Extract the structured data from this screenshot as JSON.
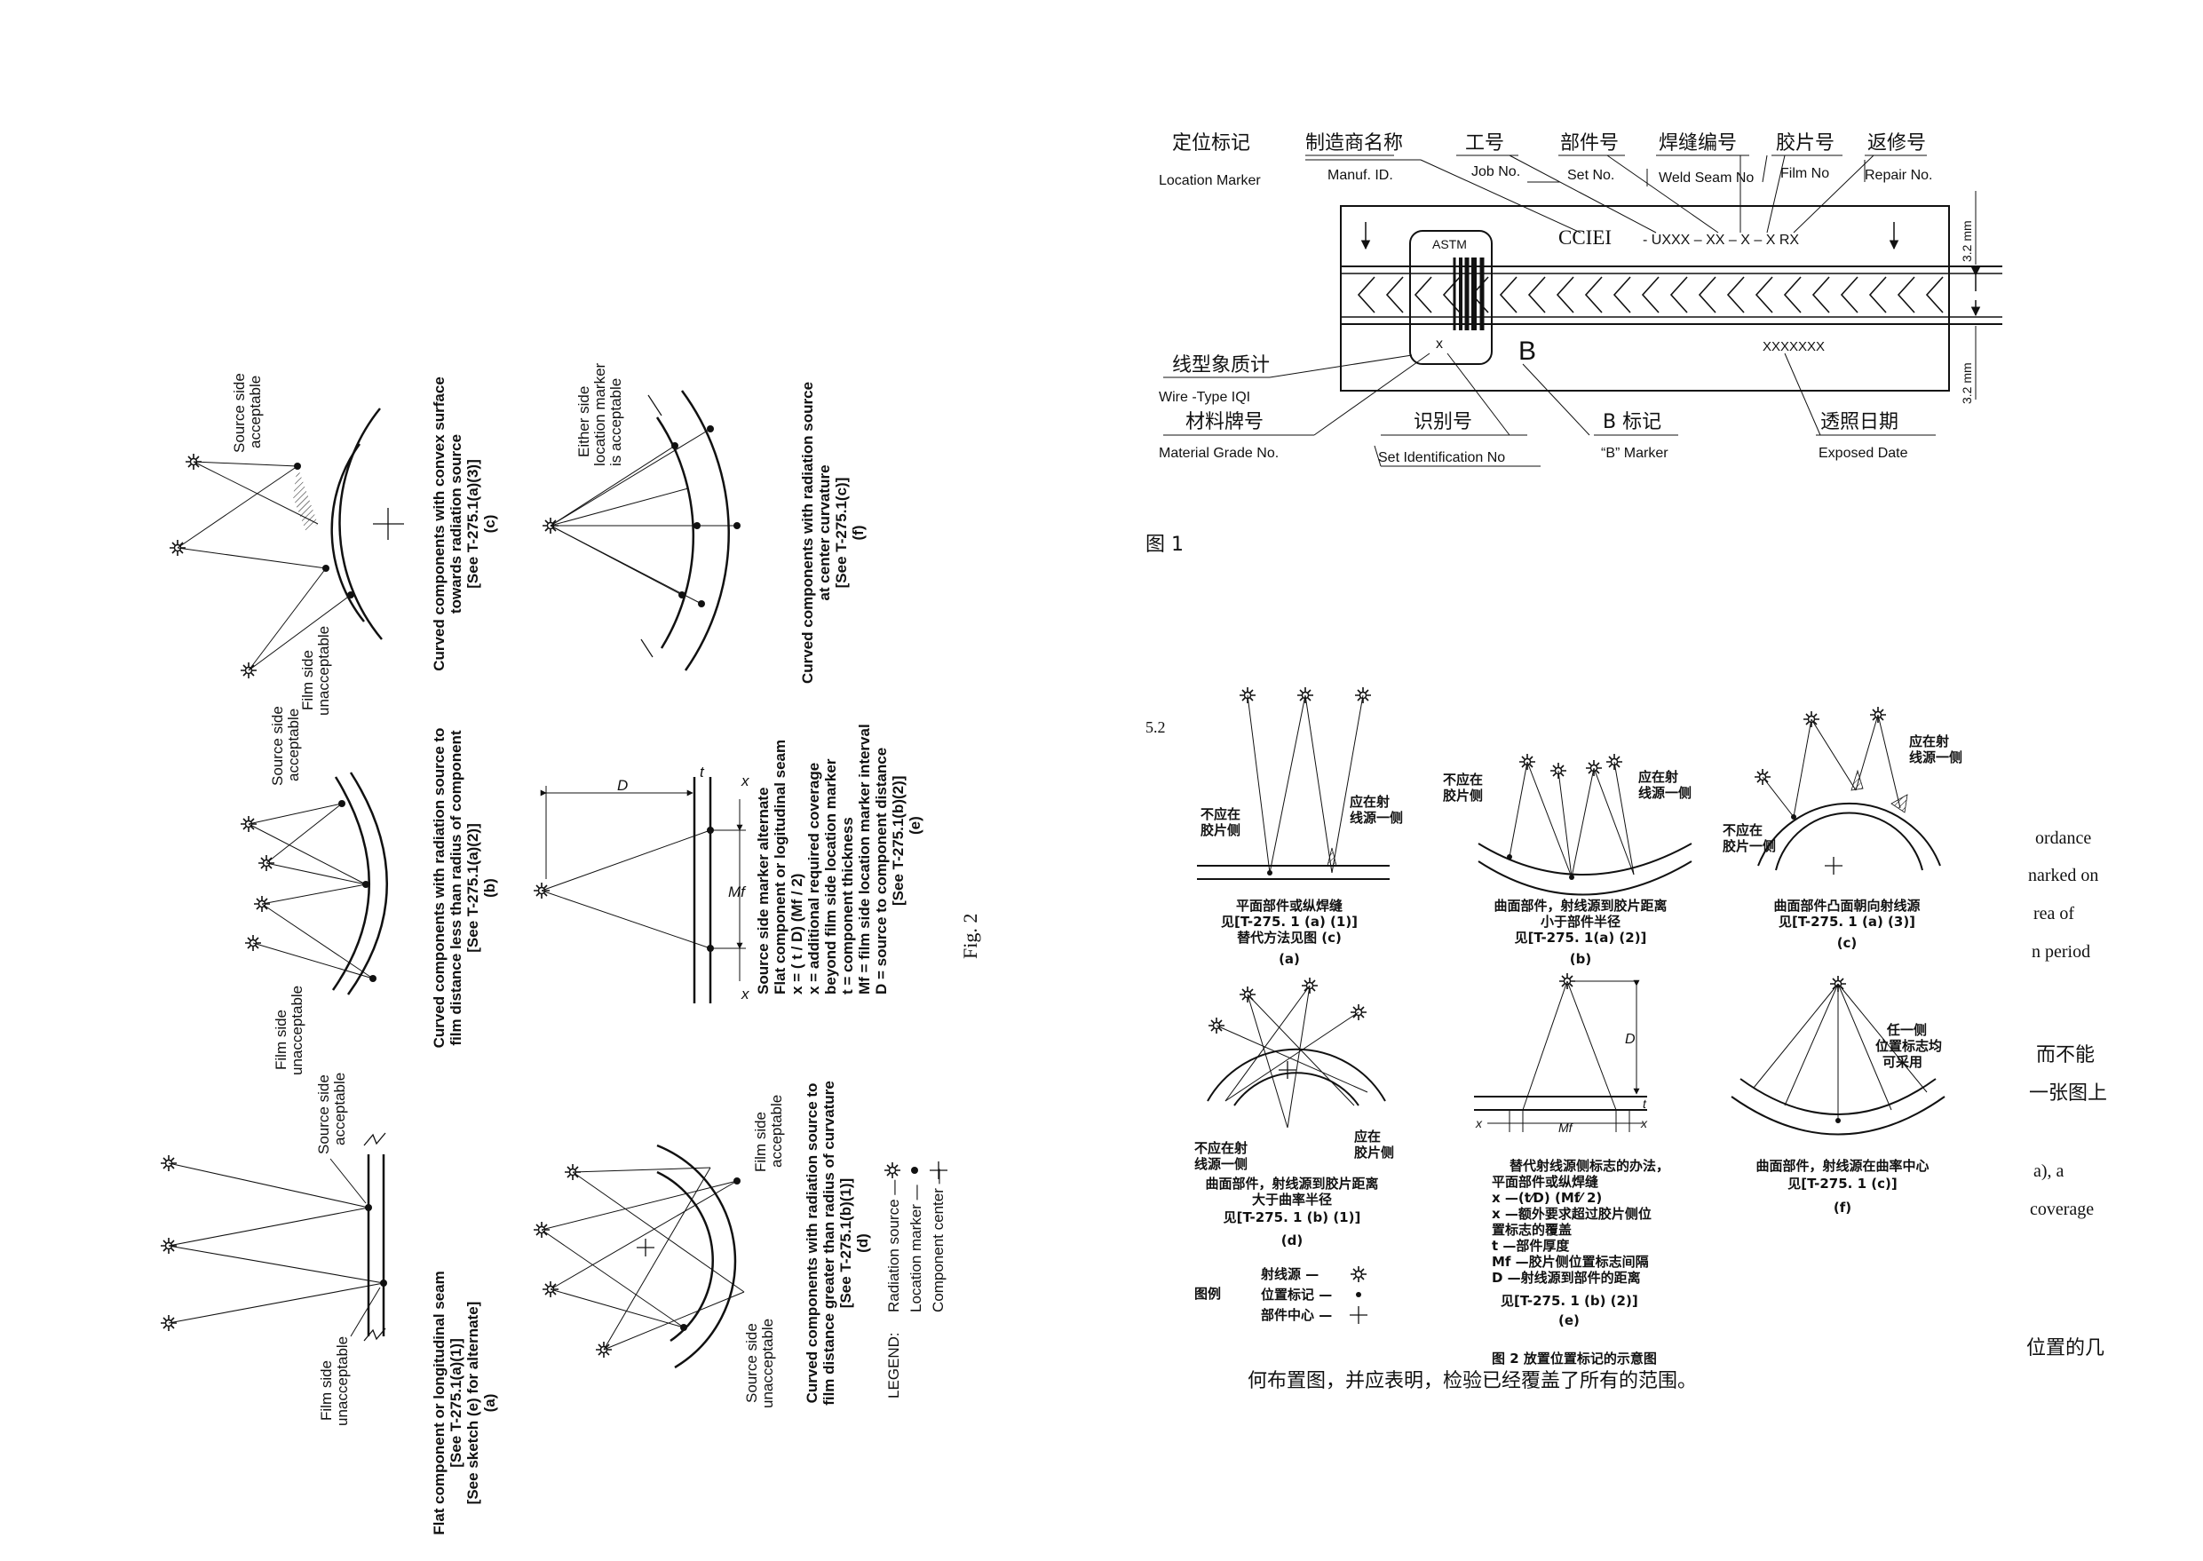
{
  "left_fig": {
    "fig_label": "Fig. 2",
    "a": {
      "source_side": [
        "Source side",
        "acceptable"
      ],
      "film_side": [
        "Film side",
        "unacceptable"
      ],
      "caption": [
        "Flat component or longitudinal seam",
        "[See T-275.1(a)(1)]",
        "[See sketch (e) for alternate]",
        "(a)"
      ]
    },
    "b": {
      "source_side": [
        "Source side",
        "acceptable"
      ],
      "film_side": [
        "Film side",
        "unacceptable"
      ],
      "caption": [
        "Curved components with radiation source to",
        "film distance less than radius of component",
        "[See T-275.1(a)(2)]",
        "(b)"
      ]
    },
    "c": {
      "source_side": [
        "Source side",
        "acceptable"
      ],
      "film_side": [
        "Film side",
        "unacceptable"
      ],
      "caption": [
        "Curved components with convex surface",
        "towards radiation source",
        "[See T-275.1(a)(3)]",
        "(c)"
      ]
    },
    "d": {
      "film_side": [
        "Film side",
        "acceptable"
      ],
      "source_side": [
        "Source side",
        "unacceptable"
      ],
      "caption": [
        "Curved components with radiation source to",
        "film distance greater than radius of curvature",
        "[See T-275.1(b)(1)]",
        "(d)"
      ]
    },
    "e": {
      "dim_D": "D",
      "dim_t": "t",
      "dim_x": "x",
      "dim_Mf": "Mf",
      "caption": [
        "Source side marker alternate",
        "Flat component or logitudinal seam",
        "x  =  ( t / D) (Mf / 2)",
        "x  =  additional required coverage",
        "        beyond film side location marker",
        "t  =  component thickness",
        "Mf  =  film side location marker interval",
        "D  =  source to component distance",
        "[See T-275.1(b)(2)]",
        "(e)"
      ]
    },
    "f": {
      "either_side": [
        "Either side",
        "location marker",
        "is acceptable"
      ],
      "caption": [
        "Curved components with radiation source",
        "at center curvature",
        "[See T-275.1(c)]",
        "(f)"
      ]
    },
    "legend": {
      "title": "LEGEND:",
      "items": [
        "Radiation source —",
        "Location marker —",
        "Component center —"
      ]
    }
  },
  "fig1": {
    "top_labels": [
      {
        "zh": "定位标记",
        "en": "Location Marker"
      },
      {
        "zh": "制造商名称",
        "en": "Manuf. ID."
      },
      {
        "zh": "工号",
        "en": "Job No."
      },
      {
        "zh": "部件号",
        "en": "Set No."
      },
      {
        "zh": "焊缝编号",
        "en": "Weld Seam No"
      },
      {
        "zh": "胶片号",
        "en": "Film No"
      },
      {
        "zh": "返修号",
        "en": "Repair No."
      }
    ],
    "film_text": {
      "manuf": "CCIEI",
      "code": "- UXXX – XX – X – X RX",
      "astm": "ASTM",
      "x": "x",
      "b": "B",
      "date": "XXXXXXX"
    },
    "bottom_labels": [
      {
        "zh": "线型象质计",
        "en": "Wire -Type IQI"
      },
      {
        "zh": "材料牌号",
        "en": "Material Grade No."
      },
      {
        "zh": "识别号",
        "en": "Set Identification No"
      },
      {
        "zh": "B 标记",
        "en": "“B” Marker"
      },
      {
        "zh": "透照日期",
        "en": "Exposed Date"
      }
    ],
    "dims": [
      "3.2 mm",
      "3.2 mm"
    ],
    "caption": "图 1"
  },
  "fig2_zh": {
    "section": "5.2",
    "a": {
      "no_label": [
        "不应在",
        "胶片侧"
      ],
      "yes_label": [
        "应在射",
        "线源一侧"
      ],
      "caption": [
        "平面部件或纵焊缝",
        "见[T-275. 1 (a) (1)]",
        "替代方法见图 (c)",
        "(a)"
      ]
    },
    "b": {
      "no_label": [
        "不应在",
        "胶片侧"
      ],
      "yes_label": [
        "应在射",
        "线源一侧"
      ],
      "caption": [
        "曲面部件，射线源到胶片距离",
        "小于部件半径",
        "见[T-275. 1(a) (2)]",
        "(b)"
      ]
    },
    "c": {
      "no_label": [
        "不应在",
        "胶片一侧"
      ],
      "yes_label": [
        "应在射",
        "线源一侧"
      ],
      "caption": [
        "曲面部件凸面朝向射线源",
        "见[T-275. 1 (a) (3)]",
        "(c)"
      ]
    },
    "d": {
      "no_label": [
        "不应在射",
        "线源一侧"
      ],
      "yes_label": [
        "应在",
        "胶片侧"
      ],
      "caption": [
        "曲面部件，射线源到胶片距离",
        "大于曲率半径",
        "见[T-275. 1 (b) (1)]",
        "(d)"
      ]
    },
    "e": {
      "D": "D",
      "t": "t",
      "x": "x",
      "Mf": "Mf",
      "caption": [
        "替代射线源侧标志的办法，",
        "平面部件或纵焊缝",
        "x —(t⁄D) (Mf⁄ 2)",
        "x —额外要求超过胶片侧位",
        "    置标志的覆盖",
        "t —部件厚度",
        "Mf —胶片侧位置标志间隔",
        "D —射线源到部件的距离",
        "见[T-275. 1 (b) (2)]",
        "(e)"
      ]
    },
    "f": {
      "label": [
        "任一侧",
        "位置标志均",
        "可采用"
      ],
      "caption": [
        "曲面部件，射线源在曲率中心",
        "见[T-275. 1 (c)]",
        "(f)"
      ]
    },
    "legend": {
      "title": "图例",
      "items": [
        "射线源 —",
        "位置标记 —",
        "部件中心 —"
      ]
    },
    "caption": "图 2  放置位置标记的示意图",
    "bottom_line": "何布置图，并应表明，检验已经覆盖了所有的范围。"
  },
  "right_fragments": [
    "ordance",
    "narked on",
    "rea of",
    "n period",
    "而不能",
    "一张图上",
    "a), a",
    "coverage",
    "位置的几"
  ]
}
